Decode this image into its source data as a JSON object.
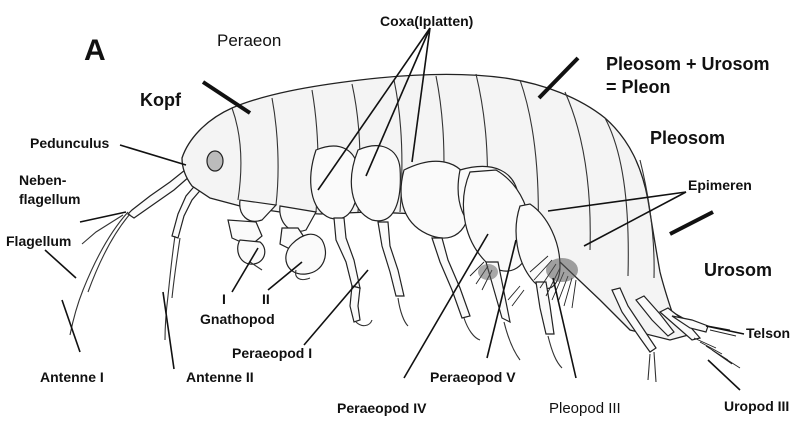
{
  "panel_letter": "A",
  "labels": {
    "peraeon": "Peraeon",
    "coxa": "Coxa(Iplatten)",
    "pleosom_urosom": "Pleosom + Urosom",
    "pleon": "= Pleon",
    "kopf": "Kopf",
    "pleosom": "Pleosom",
    "pedunculus": "Pedunculus",
    "nebenflagellum_1": "Neben-",
    "nebenflagellum_2": "flagellum",
    "epimeren": "Epimeren",
    "flagellum": "Flagellum",
    "urosom": "Urosom",
    "gnathopod_i": "I",
    "gnathopod_ii": "II",
    "gnathopod": "Gnathopod",
    "telson": "Telson",
    "peraeopod_i": "Peraeopod I",
    "antenne_i": "Antenne I",
    "antenne_ii": "Antenne II",
    "peraeopod_v": "Peraeopod V",
    "uropod_iii": "Uropod III",
    "peraeopod_iv": "Peraeopod IV",
    "pleopod_iii": "Pleopod III"
  }
}
